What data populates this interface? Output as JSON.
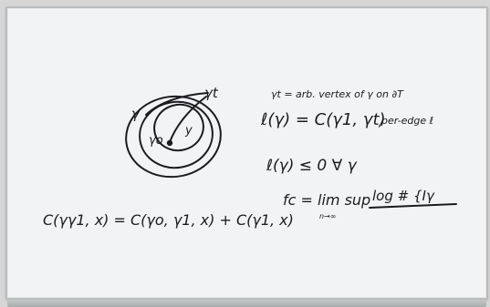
{
  "board": {
    "label_gamma": "γ",
    "label_gamma_t": "γt",
    "label_gamma_o": "γo",
    "label_y": "y",
    "eq_gamma_t": "γt = arb. vertex of γ on ∂T",
    "eq_l": "ℓ(γ) = C(γ1, γt)",
    "eq_l_note": "per-edge ℓ",
    "eq_leq": "ℓ(γ) ≤ 0 ∀ γ",
    "eq_fc_prefix": "fc = lim sup",
    "eq_fc_sub": "n→∞",
    "eq_fc_frac": "log # {Iγ",
    "eq_c": "C(γγ1, x) = C(γo, γ1, x) + C(γ1, x)"
  },
  "colors": {
    "ink": "#1b1b1f",
    "board": "#f2f3f4",
    "frame": "#b9bcbe"
  }
}
